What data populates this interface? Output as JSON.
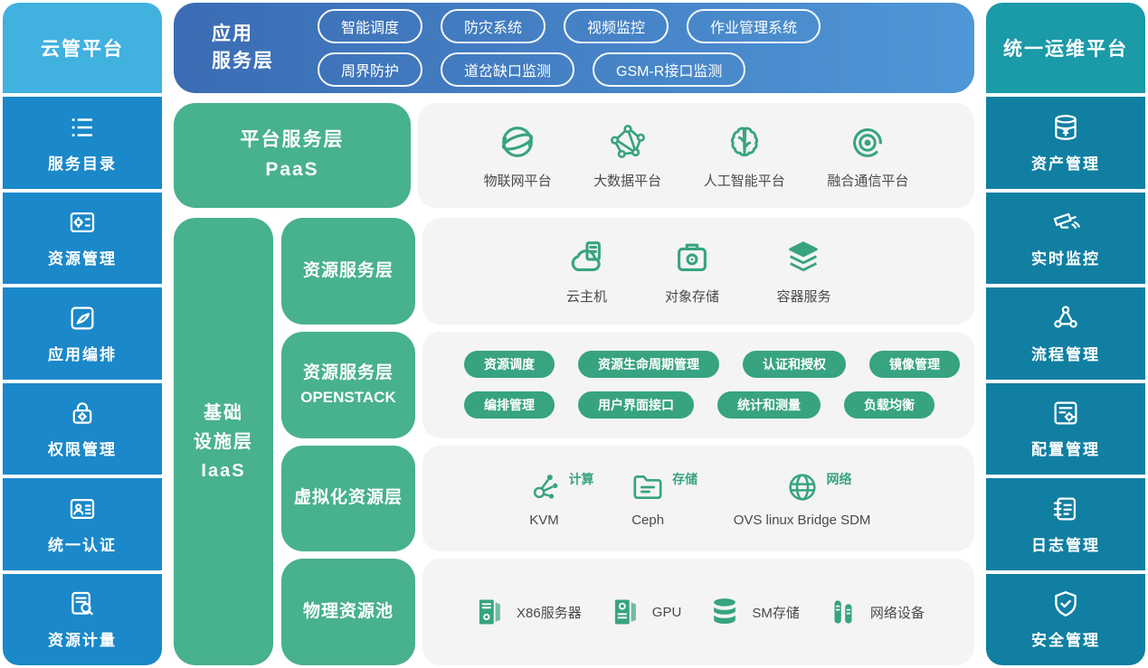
{
  "colors": {
    "left_header": "#41b1e0",
    "left_item": "#1a88c9",
    "right_header": "#1b9aa8",
    "right_item": "#107fa2",
    "app_bar_left": "#3b6cb3",
    "app_bar_right": "#4f97d6",
    "green_block": "#48b18d",
    "green_pill": "#37a381",
    "panel_bg": "#f4f4f5"
  },
  "left_sidebar": {
    "title": "云管平台",
    "items": [
      {
        "label": "服务目录",
        "icon": "list-icon"
      },
      {
        "label": "资源管理",
        "icon": "doc-gear-icon"
      },
      {
        "label": "应用编排",
        "icon": "compose-icon"
      },
      {
        "label": "权限管理",
        "icon": "lock-gear-icon"
      },
      {
        "label": "统一认证",
        "icon": "id-card-icon"
      },
      {
        "label": "资源计量",
        "icon": "doc-search-icon"
      }
    ]
  },
  "right_sidebar": {
    "title": "统一运维平台",
    "items": [
      {
        "label": "资产管理",
        "icon": "database-yen-icon"
      },
      {
        "label": "实时监控",
        "icon": "cctv-icon"
      },
      {
        "label": "流程管理",
        "icon": "flow-icon"
      },
      {
        "label": "配置管理",
        "icon": "doc-config-icon"
      },
      {
        "label": "日志管理",
        "icon": "log-icon"
      },
      {
        "label": "安全管理",
        "icon": "shield-icon"
      }
    ]
  },
  "app_layer": {
    "title_line1": "应用",
    "title_line2": "服务层",
    "row1": [
      "智能调度",
      "防灾系统",
      "视频监控",
      "作业管理系统"
    ],
    "row2": [
      "周界防护",
      "道岔缺口监测",
      "GSM-R接口监测"
    ]
  },
  "paas_layer": {
    "title_line1": "平台服务层",
    "title_line2": "PaaS",
    "items": [
      {
        "label": "物联网平台",
        "icon": "iot-globe-icon"
      },
      {
        "label": "大数据平台",
        "icon": "data-nodes-icon"
      },
      {
        "label": "人工智能平台",
        "icon": "brain-icon"
      },
      {
        "label": "融合通信平台",
        "icon": "signal-icon"
      }
    ]
  },
  "iaas_layer": {
    "title_line1": "基础",
    "title_line2": "设施层",
    "title_line3": "IaaS"
  },
  "resource_layer": {
    "title": "资源服务层",
    "items": [
      {
        "label": "云主机",
        "icon": "cloud-server-icon"
      },
      {
        "label": "对象存储",
        "icon": "object-storage-icon"
      },
      {
        "label": "容器服务",
        "icon": "container-stack-icon"
      }
    ]
  },
  "openstack_layer": {
    "title_line1": "资源服务层",
    "title_line2": "OPENSTACK",
    "row1": [
      "资源调度",
      "资源生命周期管理",
      "认证和授权",
      "镜像管理"
    ],
    "row2": [
      "编排管理",
      "用户界面接口",
      "统计和测量",
      "负载均衡"
    ]
  },
  "virtual_layer": {
    "title": "虚拟化资源层",
    "items": [
      {
        "tag": "计算",
        "label": "KVM",
        "icon": "compute-cluster-icon"
      },
      {
        "tag": "存储",
        "label": "Ceph",
        "icon": "folder-icon"
      },
      {
        "tag": "网络",
        "label": "OVS linux Bridge SDM",
        "icon": "globe-icon"
      }
    ]
  },
  "physical_layer": {
    "title": "物理资源池",
    "items": [
      {
        "label": "X86服务器",
        "icon": "server-icon"
      },
      {
        "label": "GPU",
        "icon": "gpu-icon"
      },
      {
        "label": "SM存储",
        "icon": "storage-stack-icon"
      },
      {
        "label": "网络设备",
        "icon": "network-device-icon"
      }
    ]
  }
}
